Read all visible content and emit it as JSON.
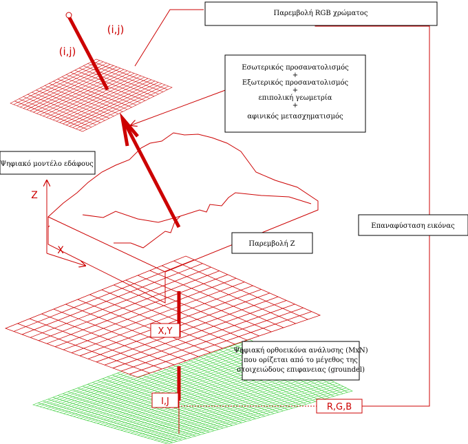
{
  "colors": {
    "red": "#cc0000",
    "green": "#33cc33",
    "black": "#000000"
  },
  "labels": {
    "rgb_interp": "Παρεμβολή RGB χρώματος",
    "orientation": [
      "Εσωτερικός προσανατολισμός",
      "+",
      "Εξωτερικός προσανατολισμός",
      "+",
      "επιπολική γεωμετρία",
      "+",
      "αφινικός μετασχηματισμός"
    ],
    "dem": "Ψηφιακό μοντέλο εδάφους",
    "z_interp": "Παρεμβολή Z",
    "resampling": "Επαναφύσταση εικόνας",
    "orthoimage": [
      "Ψηφιακή ορθοεικόνα  ανάλυσης (MxN)",
      "που ορίζεται από το μέγεθος της",
      "στοιχειώδους επιφανειας (groundel)"
    ]
  },
  "markers": {
    "ij_upper_right": "(i,j)",
    "ij_upper_left": "(i,j)",
    "axis_z": "Z",
    "axis_x": "X",
    "xy": "X,Y",
    "IJ": "I,J",
    "rgb": "R,G,B"
  }
}
